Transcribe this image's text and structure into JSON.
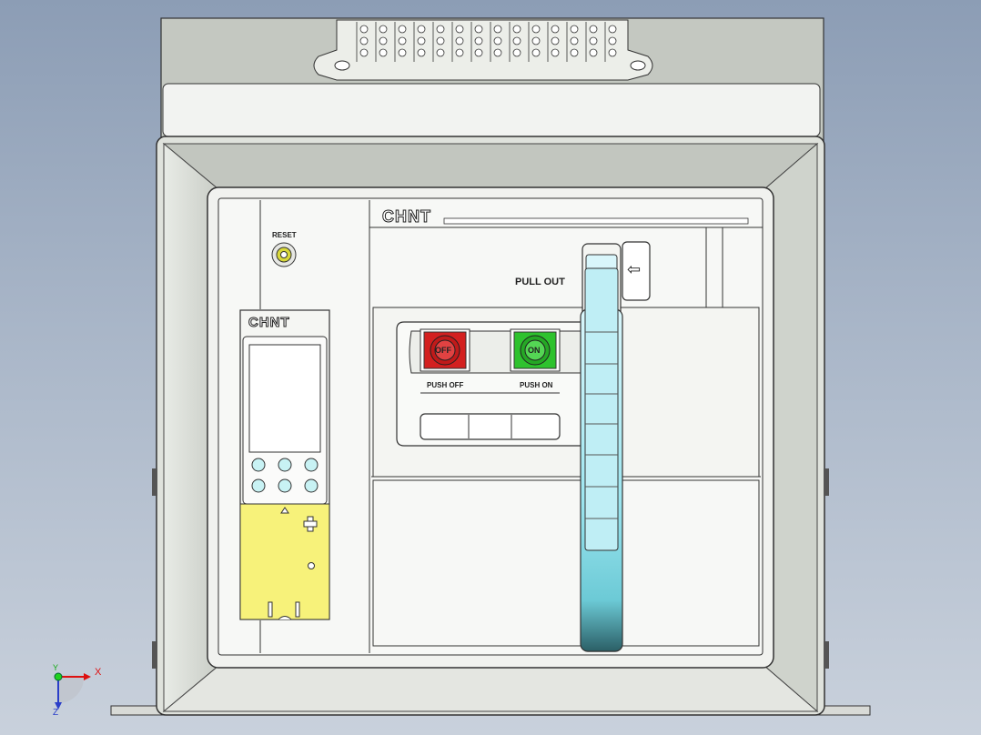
{
  "breaker": {
    "brand_main": "CHNT",
    "brand_unit": "CHNT",
    "reset_label": "RESET",
    "pull_out_label": "PULL OUT",
    "push_off_label": "PUSH OFF",
    "push_on_label": "PUSH ON",
    "off_button_text": "OFF",
    "on_button_text": "ON",
    "pull_out_arrow": "⇦"
  },
  "axes": {
    "x_label": "X",
    "y_label": "Y",
    "z_label": "Z"
  },
  "colors": {
    "off_red": "#d32020",
    "on_green": "#2ec22e",
    "trip_unit_yellow": "#f7f27a",
    "handle_cyan": "#9ee6f0"
  }
}
